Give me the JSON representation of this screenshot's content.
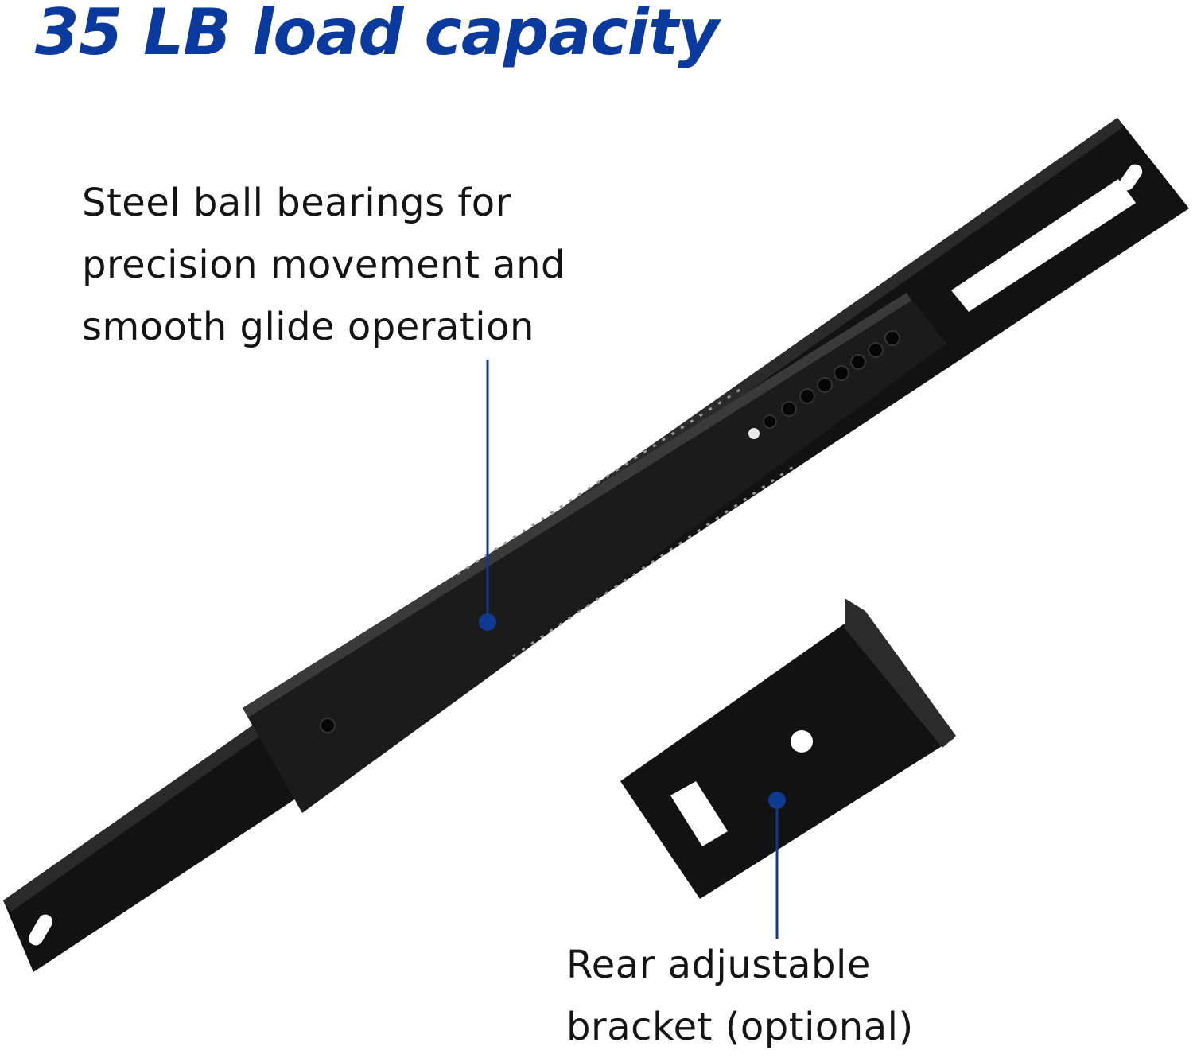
{
  "headline": "35 LB load capacity",
  "callouts": {
    "bearings": {
      "lines": [
        "Steel ball bearings for",
        "precision movement and",
        "smooth glide operation"
      ]
    },
    "bracket": {
      "lines": [
        "Rear adjustable",
        "bracket (optional)"
      ]
    }
  },
  "colors": {
    "headline": "#0b3a9e",
    "pointer": "#0e3a8f",
    "rail": "#121212",
    "text": "#141414",
    "background": "#ffffff"
  },
  "product": [
    "drawer-slide-rail",
    "rear-bracket"
  ]
}
